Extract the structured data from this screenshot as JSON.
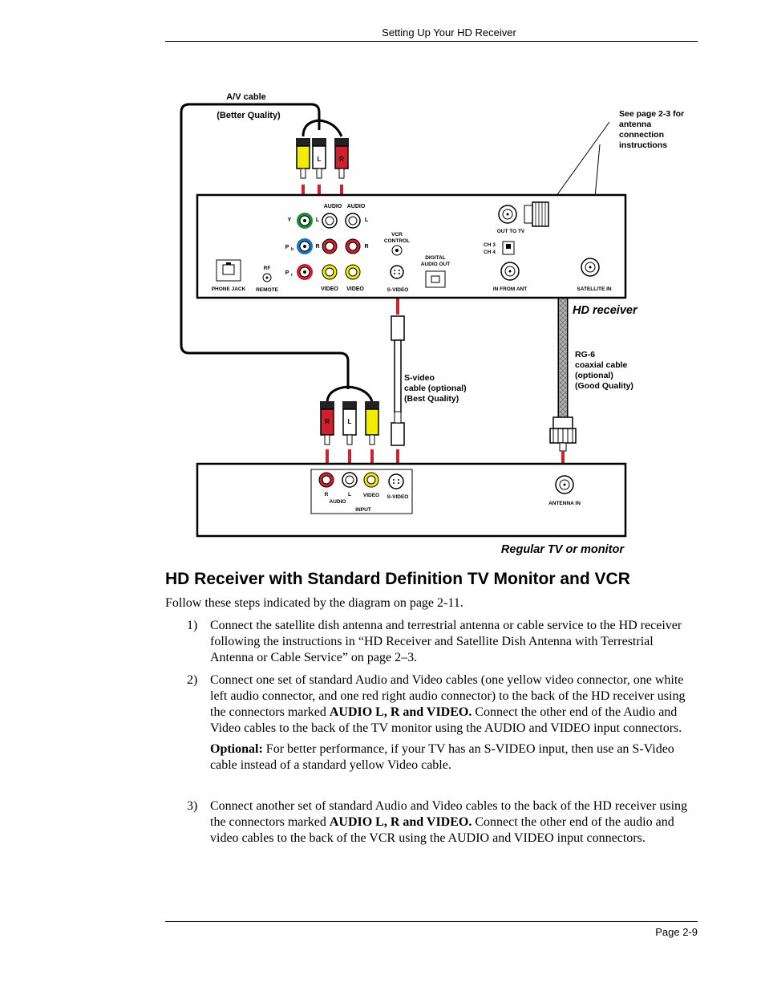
{
  "header": {
    "title": "Setting Up Your HD Receiver"
  },
  "diagram": {
    "av_cable_label": "A/V cable",
    "av_cable_quality": "(Better Quality)",
    "see_page": [
      "See page 2-3 for",
      "antenna",
      "connection",
      "instructions"
    ],
    "hd_receiver_label": "HD receiver",
    "tv_label": "Regular TV or monitor",
    "svideo_cable": [
      "S-video",
      "cable (optional)",
      "(Best Quality)"
    ],
    "rg6_cable": [
      "RG-6",
      "coaxial cable",
      "(optional)",
      "(Good Quality)"
    ],
    "plug_l": "L",
    "plug_r": "R",
    "receiver_panel": {
      "audio": "AUDIO",
      "y": "Y",
      "pb": "P",
      "pb_sub": "b",
      "pr": "P",
      "pr_sub": "r",
      "l": "L",
      "r": "R",
      "video": "VIDEO",
      "vcr_control": [
        "VCR",
        "CONTROL"
      ],
      "digital_audio_out": [
        "DIGITAL",
        "AUDIO OUT"
      ],
      "s_video": "S-VIDEO",
      "out_to_tv": "OUT TO TV",
      "ch3": "CH 3",
      "ch4": "CH 4",
      "in_from_ant": "IN FROM ANT",
      "satellite_in": "SATELLITE IN",
      "phone_jack": "PHONE JACK",
      "rf": "RF",
      "remote": "REMOTE"
    },
    "tv_panel": {
      "r": "R",
      "l": "L",
      "audio": "AUDIO",
      "video": "VIDEO",
      "s_video": "S-VIDEO",
      "input": "INPUT",
      "antenna_in": "ANTENNA IN"
    }
  },
  "section": {
    "heading": "HD Receiver with Standard Definition TV Monitor and VCR",
    "intro": "Follow these steps indicated by the diagram on page 2-11.",
    "steps": [
      {
        "num": "1)",
        "text": "Connect the satellite dish antenna and terrestrial antenna or cable service to the HD receiver following the instructions in “HD Receiver and Satellite Dish Antenna with Terrestrial Antenna or Cable Service” on page 2–3."
      },
      {
        "num": "2)",
        "text_a": "Connect one set of standard Audio and Video cables (one yellow video connector, one white left audio connector, and one red right audio connector) to the back of the HD receiver using the connectors marked ",
        "bold": "AUDIO L, R and VIDEO.",
        "text_b": " Connect the other end of the Audio and Video cables to the back of the TV monitor using the AUDIO and VIDEO input connectors.",
        "optional_label": "Optional:",
        "optional_text": " For better performance, if your TV has an S-VIDEO input, then use an S-Video cable instead of a standard yellow Video cable."
      },
      {
        "num": "3)",
        "text_a": "Connect another set of standard Audio and Video cables to the back of the HD receiver using the connectors marked ",
        "bold": "AUDIO L, R and VIDEO.",
        "text_b": " Connect the other end of the audio and video cables to the back of the VCR using the AUDIO and VIDEO input connectors."
      }
    ]
  },
  "footer": {
    "page": "Page 2-9"
  },
  "colors": {
    "red": "#d0202e",
    "yellow": "#f2ec00",
    "green": "#1a8a3a",
    "blue": "#1a6fc0",
    "cable_gray": "#9a9a9a"
  }
}
